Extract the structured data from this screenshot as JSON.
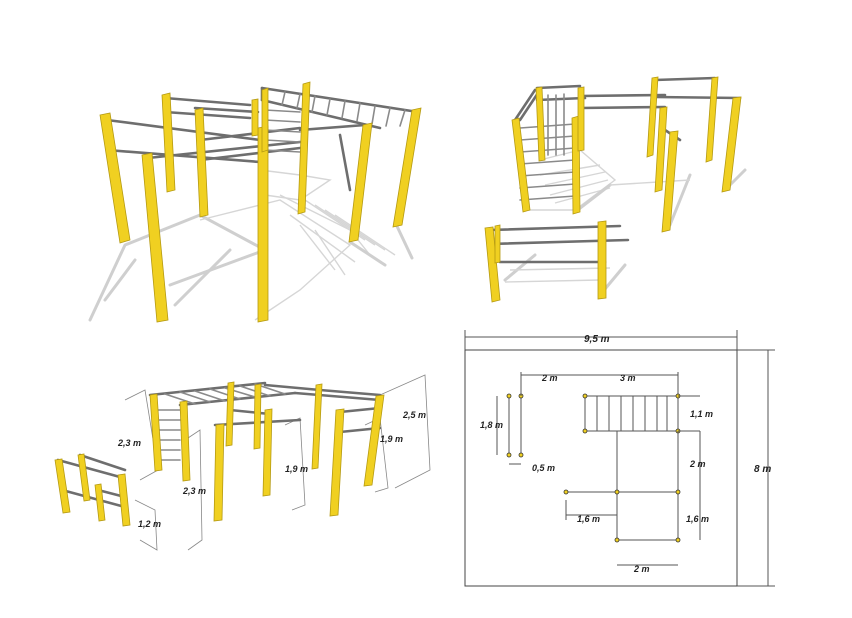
{
  "panels": {
    "top_left": "perspective render",
    "top_right": "perspective render",
    "bottom_left": "dimensioned render",
    "bottom_right": "plan view"
  },
  "colors": {
    "post": "#f0d021",
    "bar": "#6e6e6e",
    "shadow": "#cfcfcf"
  },
  "render_dims": {
    "h_ladder": "2,3 m",
    "h_pullup": "2,3 m",
    "h_parallel": "1,2 m",
    "h_mid": "1,9 m",
    "h_right_low": "1,9 m",
    "h_right_high": "2,5 m"
  },
  "plan": {
    "width": "9,5 m",
    "depth": "8 m",
    "gap_2m_top": "2 m",
    "ladder_length": "3 m",
    "bars_height": "1,8 m",
    "bars_gap": "0,5 m",
    "ladder_width": "1,1 m",
    "mid_vertical": "2 m",
    "left_span": "1,6 m",
    "right_vertical": "1,6 m",
    "bottom_span": "2 m"
  }
}
